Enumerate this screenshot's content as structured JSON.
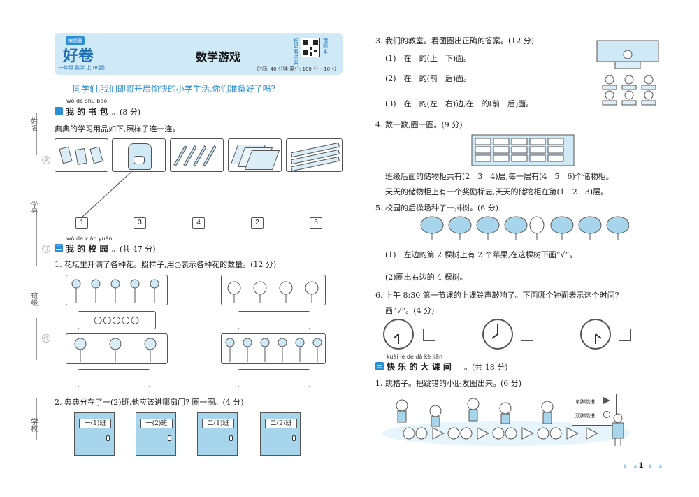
{
  "binding": {
    "labels": [
      "姓名",
      "学号",
      "班级",
      "学校"
    ],
    "holes": [
      "装",
      "订",
      "线"
    ]
  },
  "header": {
    "brand_top": "荣德基",
    "brand_logo": "好卷",
    "grade": "一年级 数学 上 (R版)",
    "title": "数学游戏",
    "qr_left": "扫码看答案",
    "qr_right": "错题本",
    "meta": "时间: 40 分钟   满分: 100 分 +10 分"
  },
  "intro": "同学们,我们即将开启愉快的小学生活,你们准备好了吗?",
  "sec1": {
    "pinyin": "wǒ de shū bāo",
    "badge": "一",
    "title": "我 的 书 包",
    "score": "。(8 分)",
    "instruction": "典典的学习用品如下,照样子连一连。",
    "numbers": [
      "1",
      "3",
      "4",
      "2",
      "5"
    ]
  },
  "sec2": {
    "pinyin": "wǒ de xiào yuán",
    "badge": "二",
    "title": "我 的 校 园",
    "score": "。(共 47 分)",
    "q1": "1. 花坛里开满了各种花。照样子,用○表示各种花的数量。(12 分)",
    "q1_example": "○○○○○",
    "q2": "2. 典典分在了一(2)班,他应该进哪扇门? 圈一圈。(4 分)",
    "doors": [
      "一(1)班",
      "一(2)班",
      "二(1)班",
      "二(2)班"
    ]
  },
  "q3": {
    "text": "3. 我们的教室。看图圈出正确的答案。(12 分)",
    "line1": "(1)　在　的(上　下)面。",
    "line2": "(2)　在　的(前　后)面。",
    "line3": "(3)　在　的(左　右)边,在　的(前　后)面。"
  },
  "q4": {
    "text": "4. 数一数,圈一圈。(9 分)",
    "line1": "班级后面的储物柜共有(2　3　4)层,每一层有(4　5　6)个储物柜。",
    "line2": "天天的储物柜上有一个奖励标志,天天的储物柜在第(1　2　3)层。"
  },
  "q5": {
    "text": "5. 校园的后操场种了一排树。(6 分)",
    "line1": "(1)　左边的第 2 棵树上有 2 个苹果,在这棵树下画“√”。",
    "line2": "(2)圈出右边的 4 棵树。"
  },
  "q6": {
    "text": "6. 上午 8:30 第一节课的上课铃声敲响了。下面哪个钟面表示这个时间?",
    "text2": "画“√”。(4 分)"
  },
  "sec3": {
    "pinyin": "kuài lè de dà kè jiān",
    "badge": "三",
    "title": "快 乐 的 大 课 间",
    "score": "。(共 18 分)",
    "q1": "1. 跳格子。把跳错的小朋友圈出来。(6 分)",
    "legend1": "单脚跳进",
    "legend2": "双脚跳进"
  },
  "page_number": "1",
  "colors": {
    "accent": "#2c8fd6",
    "header_bg": "#cfe9f7",
    "door": "#a7d6ec"
  }
}
